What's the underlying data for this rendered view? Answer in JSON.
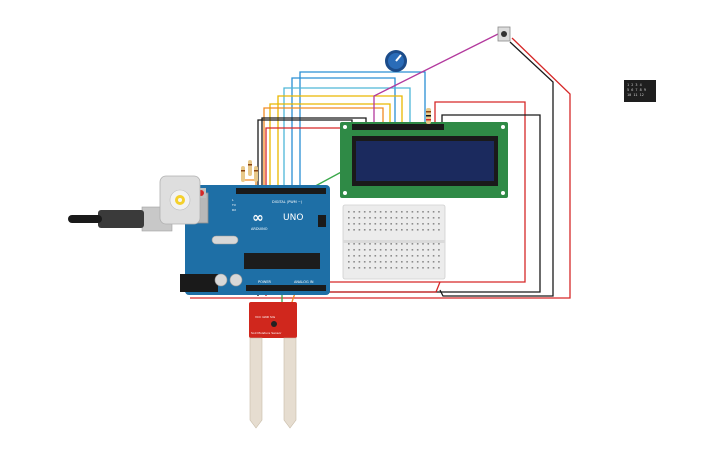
{
  "board": {
    "logo": "∞",
    "model": "UNO",
    "brand": "ARDUINO",
    "digital_label": "DIGITAL (PWM ~)",
    "analog_label": "ANALOG IN",
    "power_label": "POWER",
    "tx_label": "TX",
    "rx_label": "RX",
    "l_label": "L"
  },
  "sensor": {
    "label": "Soil Moisture Sensor",
    "pins": "VCC GND SIG"
  },
  "lcd": {
    "line1": "",
    "line2": ""
  },
  "note": {
    "lines": [
      "1 2 3 4",
      "5 6 7 8 9",
      "10 11 12"
    ]
  },
  "colors": {
    "wire_red": "#d62828",
    "wire_black": "#1b1b1b",
    "wire_blue": "#2a8fd4",
    "wire_yellow": "#e9b800",
    "wire_orange": "#f08a24",
    "wire_green": "#3aa84a",
    "wire_magenta": "#b33a9e",
    "board_blue": "#1e6fa6",
    "lcd_green": "#2f8a46",
    "lcd_screen": "#1b2a5e",
    "sensor_red": "#d0271d"
  }
}
